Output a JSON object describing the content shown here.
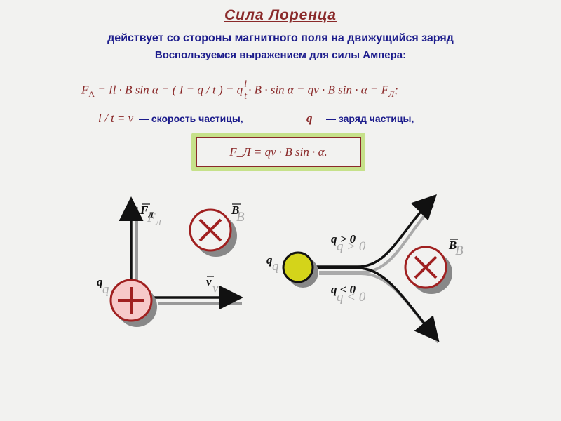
{
  "title": "Сила Лоренца",
  "subtitle": "действует со стороны магнитного поля на движущийся заряд",
  "subtitle2": "Воспользуемся  выражением для силы Ампера:",
  "formula_ampere": {
    "part1": "F",
    "part1_sub": "A",
    "part2": " = Il · B sin α = ( I = q / t ) = q",
    "frac_num": "l",
    "frac_den": "t",
    "part3": "· B · sin α = qv · B sin · α = F",
    "part3_sub": "Л",
    "end": ";"
  },
  "note_speed": {
    "expr": "l / t = v",
    "text": "— скорость частицы,"
  },
  "note_charge": {
    "expr": "q",
    "text": "— заряд частицы,"
  },
  "boxed_formula": "F_Л = qv · B sin · α.",
  "left_diagram": {
    "force_label": "F",
    "force_sub": "Л",
    "force_shadow": "F",
    "force_shadow_sub": "Л",
    "b_label": "B",
    "b_shadow": "B",
    "v_label": "v",
    "v_shadow": "v",
    "q_label": "q",
    "q_shadow": "q"
  },
  "right_diagram": {
    "q_label": "q",
    "q_shadow": "q",
    "q_pos_label": "q > 0",
    "q_pos_shadow": "q > 0",
    "q_neg_label": "q < 0",
    "q_neg_shadow": "q < 0",
    "b_label": "B",
    "b_shadow": "B"
  },
  "colors": {
    "title": "#8a2a2a",
    "text_blue": "#1c1c8c",
    "formula": "#8a2a2a",
    "box_frame": "#c6e18a",
    "charge_pos_fill": "#f7c9c9",
    "charge_circle_stroke": "#a02020",
    "particle_fill": "#d4d41a"
  }
}
